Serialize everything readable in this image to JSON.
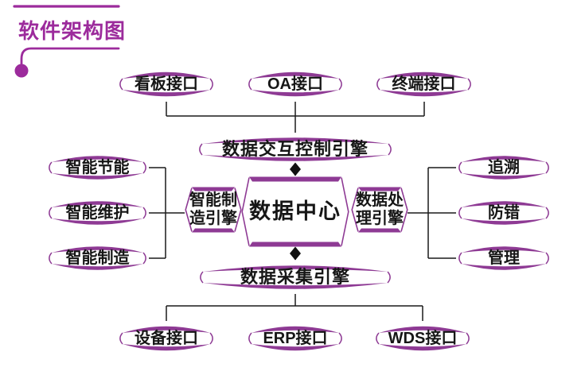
{
  "diagram_title": "软件架构图",
  "colors": {
    "purple_accent": "#9C2B9C",
    "box_border_purple": "#8E3A94",
    "connector_line": "#1A1A1A",
    "text": "#161616",
    "background": "#FFFFFF"
  },
  "nodes": {
    "top_interfaces": [
      "看板接口",
      "OA接口",
      "终端接口"
    ],
    "data_interaction_control_engine": "数据交互控制引擎",
    "left_modules": [
      "智能节能",
      "智能维护",
      "智能制造"
    ],
    "smart_manufacturing_engine": "智能制造引擎",
    "data_center": "数据中心",
    "data_processing_engine": "数据处理引擎",
    "right_modules": [
      "追溯",
      "防错",
      "管理"
    ],
    "data_collection_engine": "数据采集引擎",
    "bottom_interfaces": [
      "设备接口",
      "ERP接口",
      "WDS接口"
    ]
  }
}
